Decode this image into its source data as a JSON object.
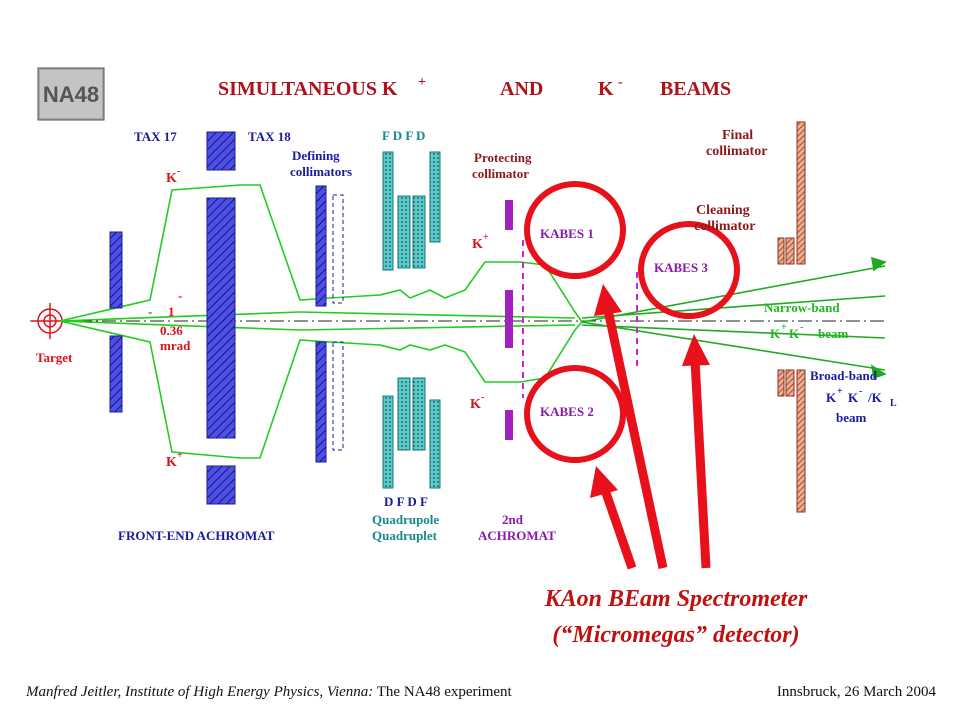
{
  "title": {
    "main": "SIMULTANEOUS  K",
    "kplus_sup": "+",
    "and": "AND",
    "k": "K",
    "kminus_sup": "-",
    "beams": "BEAMS"
  },
  "logo_text": "NA48",
  "labels": {
    "tax17": "TAX 17",
    "tax18": "TAX 18",
    "defining1": "Defining",
    "defining2": "collimators",
    "fdfd_top": "F D F D",
    "protecting1": "Protecting",
    "protecting2": "collimator",
    "final1": "Final",
    "final2": "collimator",
    "cleaning1": "Cleaning",
    "cleaning2": "collimator",
    "kabes1": "KABES 1",
    "kabes2": "KABES 2",
    "kabes3": "KABES 3",
    "narrow1": "Narrow-band",
    "narrow2": "K",
    "narrow3": "beam",
    "broad1": "Broad-band",
    "broad2": "K",
    "broad3": "beam",
    "target": "Target",
    "angle1": "0.36",
    "angle2": "mrad",
    "dfdf_bottom": "D F D F",
    "quad1": "Quadrupole",
    "quad2": "Quadruplet",
    "front_end": "FRONT-END ACHROMAT",
    "second1": "2nd",
    "second2": "ACHROMAT",
    "k_minus": "K",
    "k_plus": "K",
    "sup_plus": "+",
    "sup_minus": "-",
    "kl": "/K",
    "kl_sub": "L",
    "bar_text": "-",
    "one_text": "1"
  },
  "caption": {
    "line1": "KAon BEam Spectrometer",
    "line2": "(“Micromegas” detector)"
  },
  "footer": {
    "author": "Manfred Jeitler,   Institute of High Energy Physics, Vienna:",
    "talk": " The NA48 experiment",
    "place": "Innsbruck, 26 March 2004"
  },
  "colors": {
    "beam_green": "#22cc22",
    "magnet_blue": "#2020c0",
    "quad_teal": "#20a0a0",
    "collimator_maroon": "#a04030",
    "highlight_red": "#e8101a",
    "kabes_purple": "#a020c0"
  }
}
